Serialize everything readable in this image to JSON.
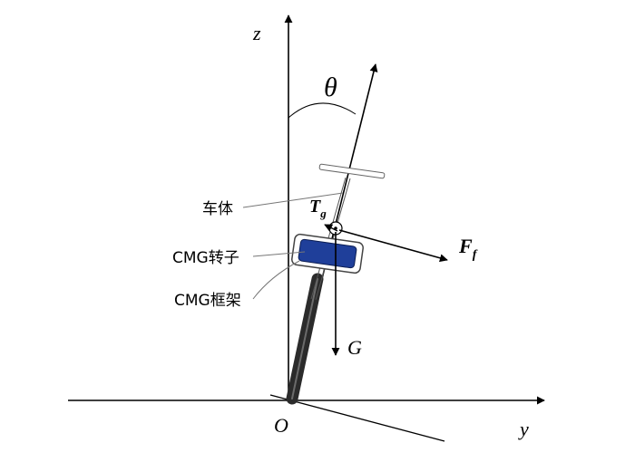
{
  "axes": {
    "z_label": "z",
    "y_label": "y",
    "origin_label": "O"
  },
  "symbols": {
    "angle": "θ",
    "torque_main": "T",
    "torque_sub": "g",
    "force_main": "F",
    "force_sub": "f",
    "gravity": "G"
  },
  "labels": {
    "body": "车体",
    "rotor": "CMG转子",
    "frame": "CMG框架"
  },
  "colors": {
    "rotor_fill": "#1f3f9a",
    "wheel": "#2b2b2b"
  }
}
